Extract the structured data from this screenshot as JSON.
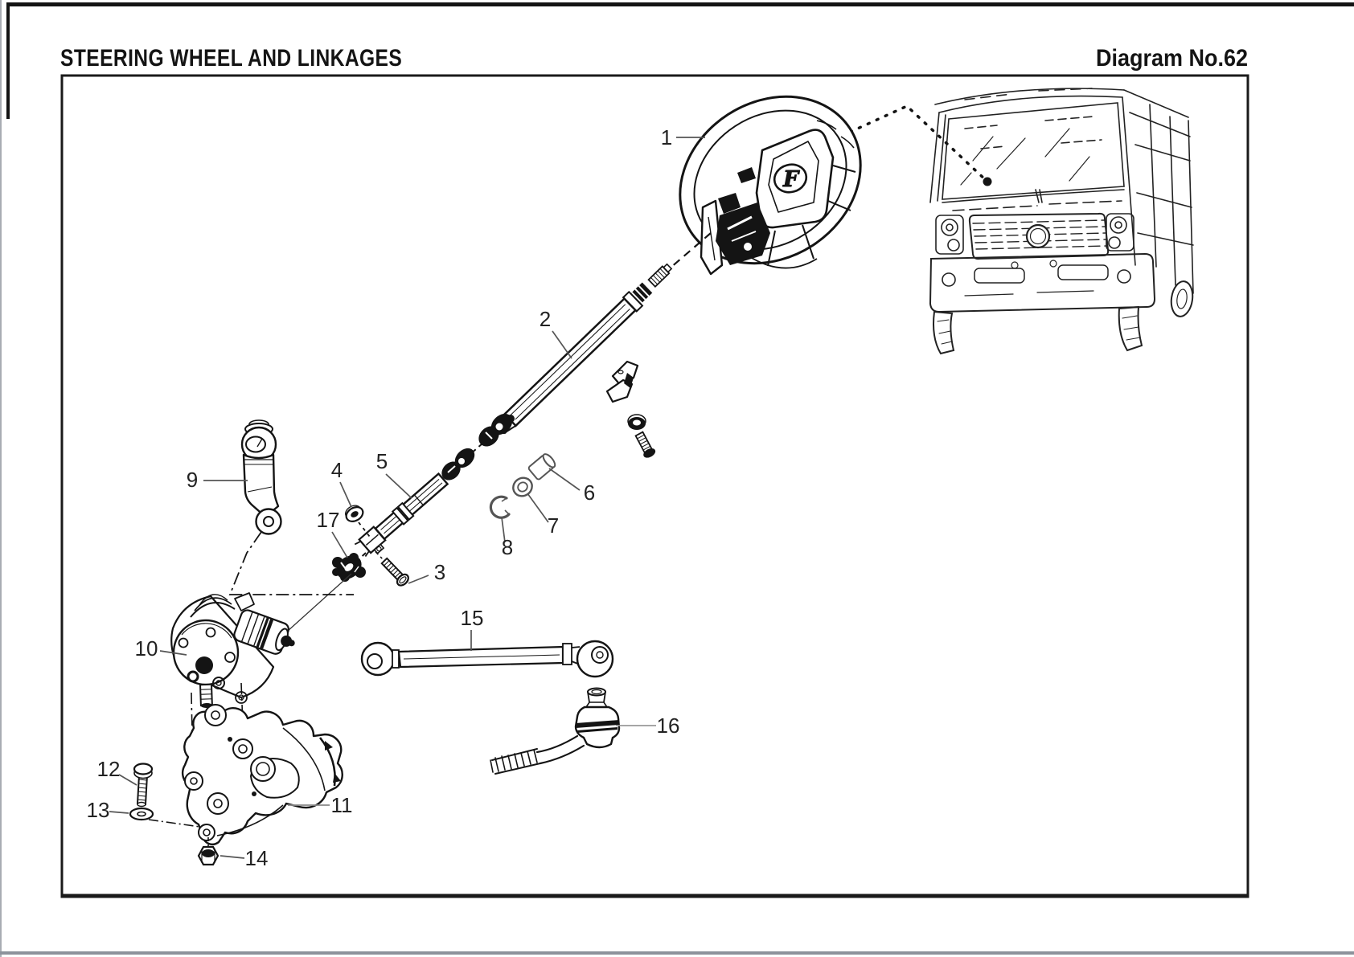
{
  "page": {
    "title": "STEERING WHEEL AND LINKAGES",
    "diagram_no": "Diagram No.62"
  },
  "wheel": {
    "logo_letter": "F"
  },
  "callouts": [
    "1",
    "2",
    "3",
    "4",
    "5",
    "6",
    "7",
    "8",
    "9",
    "10",
    "11",
    "12",
    "13",
    "14",
    "15",
    "16",
    "17"
  ]
}
